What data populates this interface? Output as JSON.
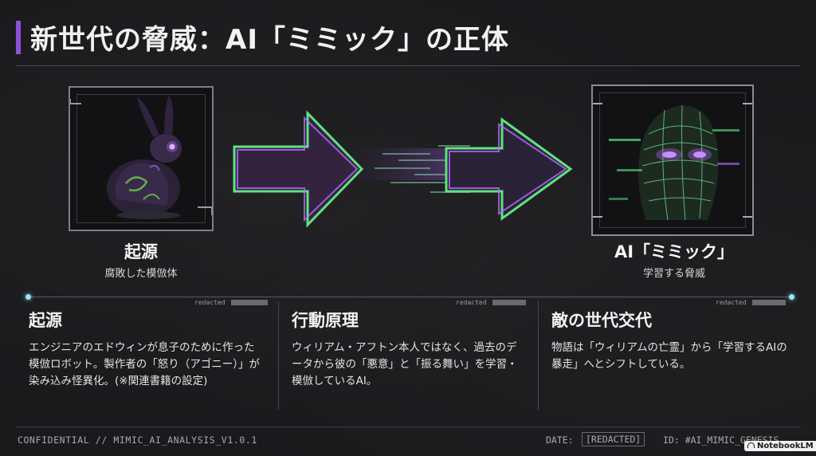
{
  "header": {
    "title": "新世代の脅威：AI「ミミック」の正体"
  },
  "hero": {
    "left": {
      "label": "起源",
      "sublabel": "腐敗した模倣体",
      "image_icon": "corrupted-rabbit-image"
    },
    "right": {
      "label": "AI「ミミック」",
      "sublabel": "学習する脅威",
      "image_icon": "cyber-ai-head-image"
    },
    "arrows": {
      "icon": "glitch-arrow-icon"
    }
  },
  "columns": [
    {
      "redacted": "redacted",
      "heading": "起源",
      "body": "エンジニアのエドウィンが息子のために作った模倣ロボット。製作者の「怒り（アゴニー）」が染み込み怪異化。(※関連書籍の設定)"
    },
    {
      "redacted": "redacted",
      "heading": "行動原理",
      "body": "ウィリアム・アフトン本人ではなく、過去のデータから彼の「悪意」と「振る舞い」を学習・模倣しているAI。"
    },
    {
      "redacted": "redacted",
      "heading": "敵の世代交代",
      "body": "物語は「ウィリアムの亡霊」から「学習するAIの暴走」へとシフトしている。"
    }
  ],
  "footer": {
    "left": "CONFIDENTIAL // MIMIC_AI_ANALYSIS_V1.0.1",
    "date_label": "DATE:",
    "date_value": "[REDACTED]",
    "id_text": "ID: #AI_MIMIC_GENESIS",
    "brand": "NotebookLM"
  },
  "colors": {
    "accent_purple": "#8c52d6",
    "accent_green": "#5fe37f",
    "glow_cyan": "#9fe3ec"
  }
}
